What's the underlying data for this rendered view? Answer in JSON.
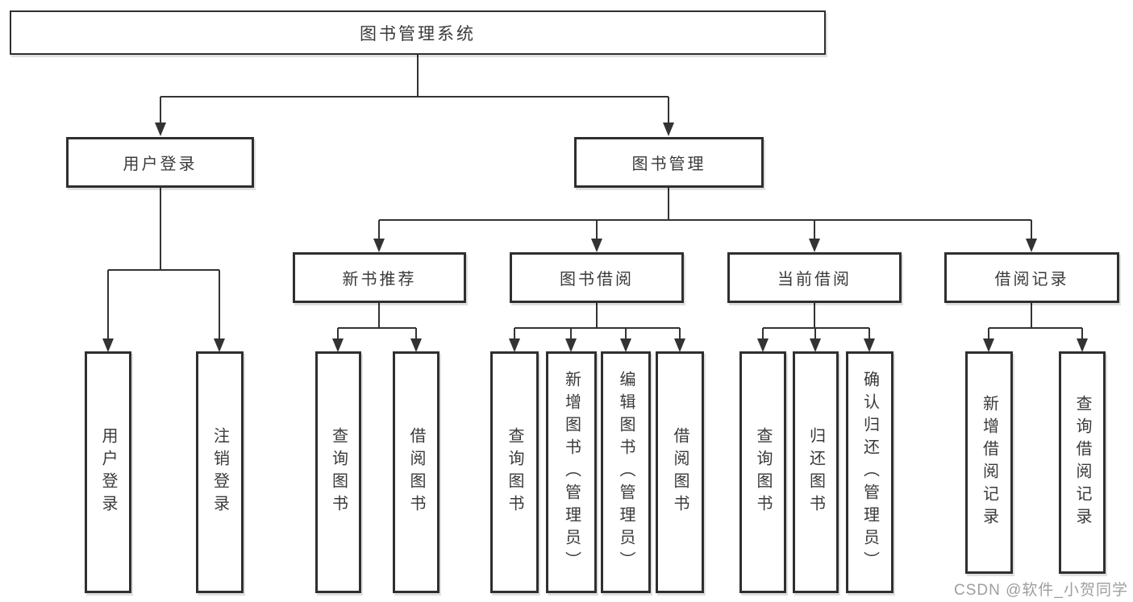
{
  "colors": {
    "background": "#ffffff",
    "line": "#333333",
    "box_border": "#2f2f2f",
    "box_fill": "#ffffff",
    "text": "#3a3a3a",
    "watermark": "#9e9e9e"
  },
  "tree": {
    "root": "图书管理系统",
    "branches": [
      {
        "label": "用户登录",
        "children": [
          "用户登录",
          "注销登录"
        ]
      },
      {
        "label": "图书管理",
        "sections": [
          {
            "label": "新书推荐",
            "children": [
              "查询图书",
              "借阅图书"
            ]
          },
          {
            "label": "图书借阅",
            "children": [
              "查询图书",
              "新增图书（管理员）",
              "编辑图书（管理员）",
              "借阅图书"
            ]
          },
          {
            "label": "当前借阅",
            "children": [
              "查询图书",
              "归还图书",
              "确认归还（管理员）"
            ]
          },
          {
            "label": "借阅记录",
            "children": [
              "新增借阅记录",
              "查询借阅记录"
            ]
          }
        ]
      }
    ]
  },
  "watermark": {
    "text": "CSDN @软件_小贺同学"
  }
}
